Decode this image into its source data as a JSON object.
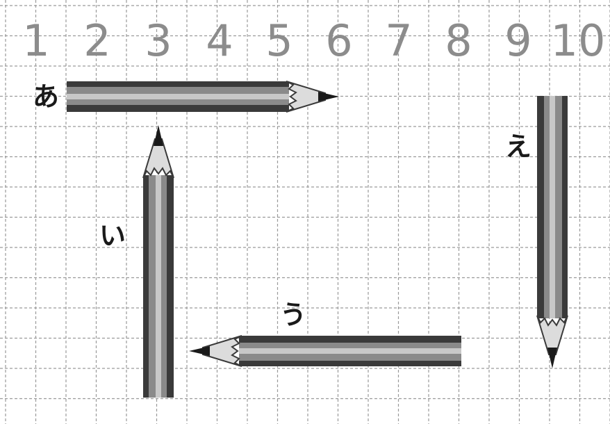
{
  "column_numbers": [
    "1",
    "2",
    "3",
    "4",
    "5",
    "6",
    "7",
    "8",
    "9",
    "10"
  ],
  "pencils": [
    {
      "label": "あ"
    },
    {
      "label": "い"
    },
    {
      "label": "う"
    },
    {
      "label": "え"
    }
  ],
  "colors": {
    "grid": "#9a9a9a",
    "numbers": "#8c8c8c",
    "pencil_dark": "#3a3a3a",
    "pencil_mid": "#8a8a8a",
    "pencil_light": "#c8c8c8",
    "wood": "#dcdcdc",
    "lead": "#1a1a1a"
  }
}
